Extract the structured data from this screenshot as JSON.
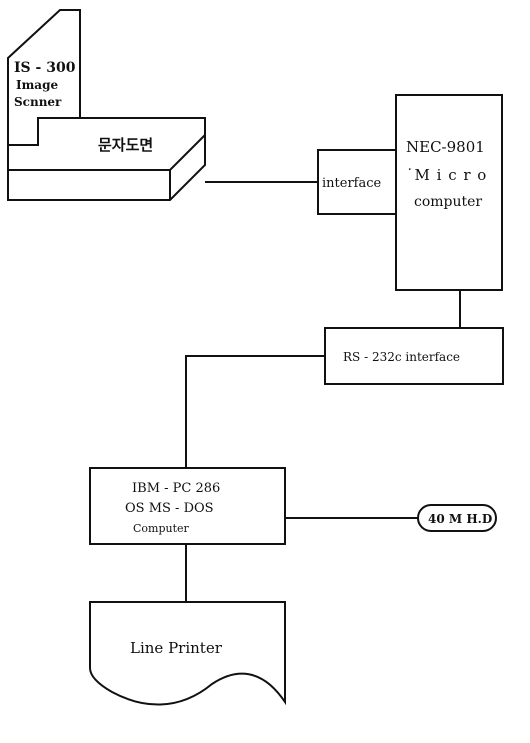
{
  "scanner": {
    "model": "IS - 300",
    "line2": "Image",
    "line3": "Scnner",
    "document_label": "문자도면"
  },
  "interface_box": {
    "label": "interface"
  },
  "nec": {
    "line1": "NEC-9801",
    "line2": "˙M i c r o",
    "line3": "computer"
  },
  "rs232": {
    "label": "RS - 232c interface"
  },
  "ibm": {
    "line1": "IBM - PC 286",
    "line2": "OS MS - DOS",
    "line3": "Computer"
  },
  "hard_disk": {
    "label": "40 M  H.D"
  },
  "printer": {
    "label": "Line Printer"
  }
}
